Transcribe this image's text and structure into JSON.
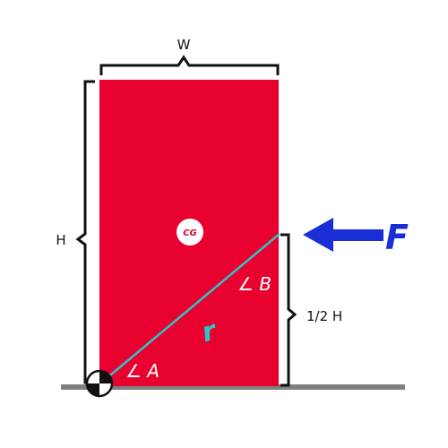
{
  "labels": {
    "width": "W",
    "height": "H",
    "half_height": "1/2 H",
    "cg": "CG",
    "force": "F",
    "radius": "r",
    "angle_a": "∠ A",
    "angle_b": "∠ B"
  },
  "colors": {
    "block": "#e8002f",
    "ground": "#808080",
    "force_arrow": "#1a2ed6",
    "radius_line": "#2ec4c9",
    "bracket": "#111111"
  },
  "icons": {
    "pivot": "pivot-marker-icon",
    "cg": "center-of-gravity-icon",
    "force": "force-arrow-icon"
  }
}
